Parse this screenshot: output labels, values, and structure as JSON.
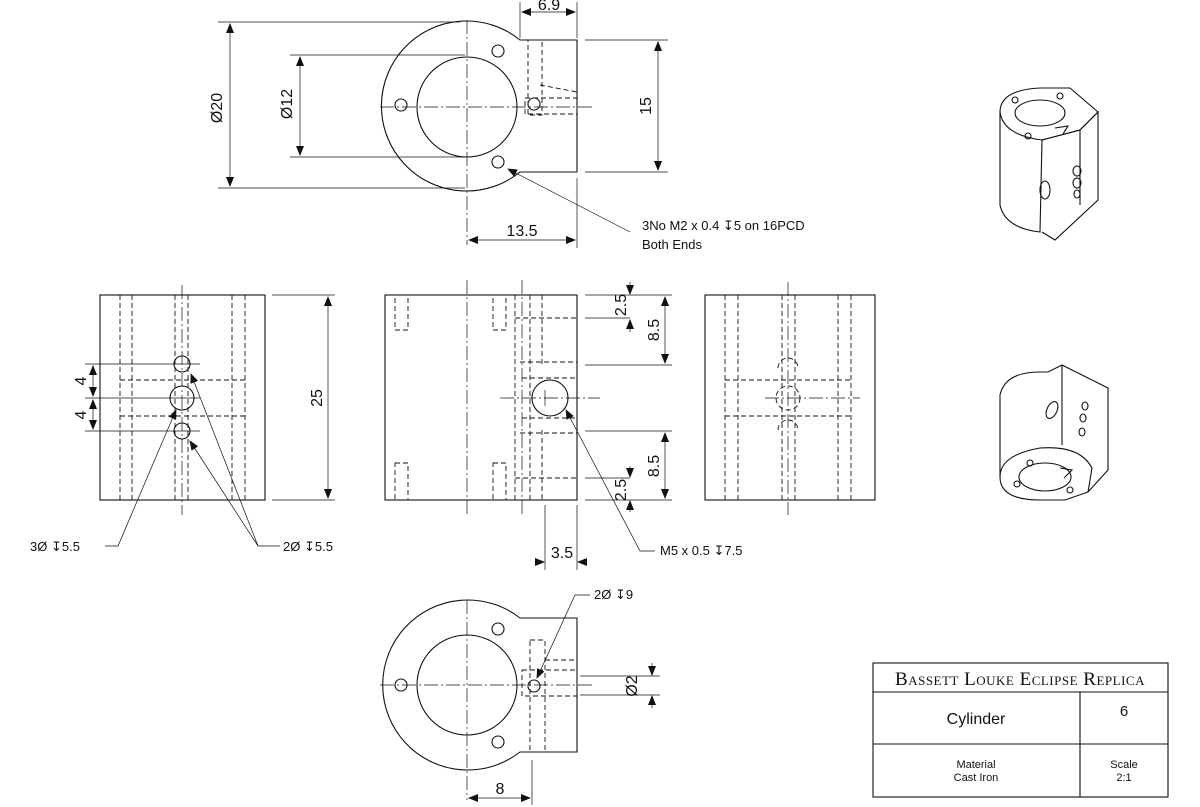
{
  "dimensions": {
    "d20": "Ø20",
    "d12": "Ø12",
    "w69": "6.9",
    "h15": "15",
    "w135": "13.5",
    "h25": "25",
    "v4a": "4",
    "v4b": "4",
    "h25a": "2.5",
    "h85a": "8.5",
    "h85b": "8.5",
    "h25b": "2.5",
    "w35": "3.5",
    "d2": "Ø2",
    "w8": "8"
  },
  "notes": {
    "m2_line1": "3No M2 x 0.4 ↧5 on 16PCD",
    "m2_line2": "Both Ends",
    "hole_3": "3Ø ↧5.5",
    "hole_2": "2Ø ↧5.5",
    "m5": "M5 x 0.5 ↧7.5",
    "hole_2_9": "2Ø ↧9"
  },
  "title_block": {
    "title": "Bassett Louke   Eclipse Replica",
    "part_name": "Cylinder",
    "sheet_no": "6",
    "material_label": "Material",
    "material_value": "Cast Iron",
    "scale_label": "Scale",
    "scale_value": "2:1"
  }
}
